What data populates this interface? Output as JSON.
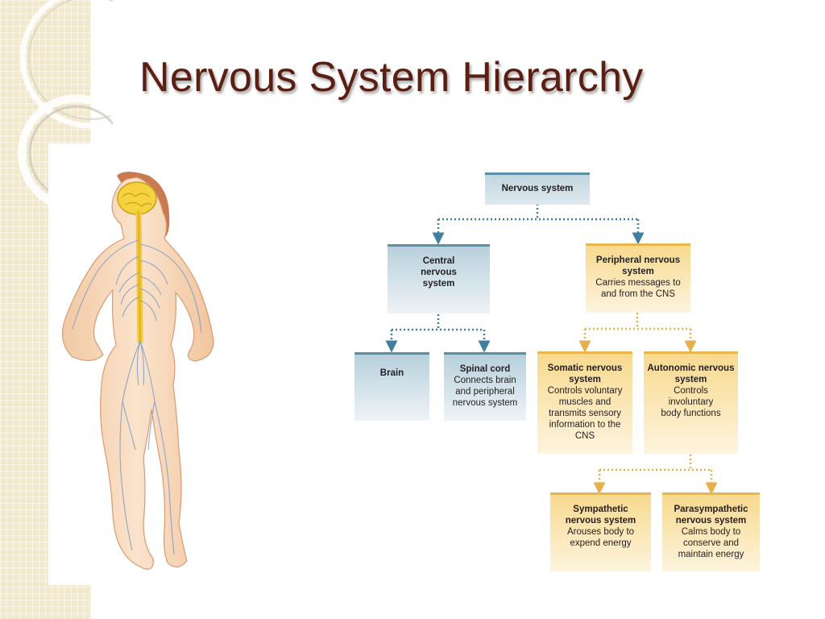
{
  "slide": {
    "title": "Nervous System Hierarchy",
    "colors": {
      "title": "#5a1f12",
      "cns_branch": "#3e7ea0",
      "pns_branch": "#e5b04a",
      "strip": "#f3e9c8"
    }
  },
  "diagram": {
    "root": {
      "title": "Nervous system"
    },
    "cns": {
      "title": "Central nervous system",
      "desc": ""
    },
    "pns": {
      "title": "Peripheral nervous system",
      "desc": "Carries messages to and from the CNS"
    },
    "brain": {
      "title": "Brain"
    },
    "spinal_cord": {
      "title": "Spinal cord",
      "desc": "Connects brain and peripheral nervous system"
    },
    "somatic": {
      "title": "Somatic nervous system",
      "desc": "Controls voluntary muscles and transmits sensory information to the CNS"
    },
    "autonomic": {
      "title": "Autonomic nervous system",
      "desc": "Controls involuntary body functions"
    },
    "sympathetic": {
      "title": "Sympathetic nervous system",
      "desc": "Arouses body to expend energy"
    },
    "parasympathetic": {
      "title": "Parasympathetic nervous system",
      "desc": "Calms body to conserve and maintain energy"
    }
  }
}
